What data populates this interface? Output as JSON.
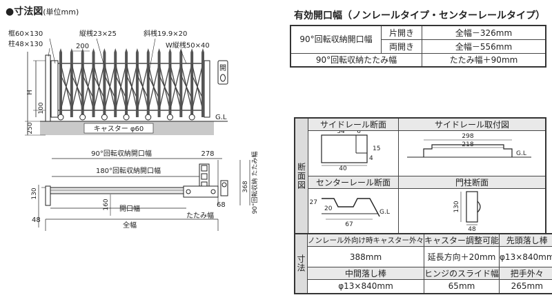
{
  "header": {
    "title": "●寸法図",
    "unit": "(単位mm)",
    "right_title": "有効開口幅（ノンレールタイプ・センターレールタイプ）"
  },
  "elevation": {
    "frame": "框60×130",
    "post": "柱48×130",
    "vertical_bar": "縦桟23×25",
    "diagonal_bar": "斜桟19.9×20",
    "w_bar": "W縦桟50×40",
    "pitch": "200",
    "height": "H",
    "dim_100": "100",
    "dim_250": "250",
    "gl": "G.L",
    "caster": "キャスター φ60",
    "open_tag": "開"
  },
  "plan": {
    "rot90": "90°回転収納開口幅",
    "rot180": "180°回転収納開口幅",
    "dim_278": "278",
    "dim_130": "130",
    "dim_160": "160",
    "dim_48": "48",
    "dim_368": "368",
    "dim_68": "68",
    "opening": "開口幅",
    "full_width": "全幅",
    "folded_width": "たたみ幅",
    "rot90_folded": "90°回転収納 たたみ幅"
  },
  "opening_table": {
    "row1_head": "90°回転収納開口幅",
    "single_label": "片開き",
    "single_value": "全幅－326mm",
    "double_label": "両開き",
    "double_value": "全幅－556mm",
    "row2_head": "90°回転収納たたみ幅",
    "row2_value": "たたみ幅＋90mm"
  },
  "section_table": {
    "side_label": "断面図",
    "side_rail_section": "サイドレール断面",
    "side_rail_mount": "サイドレール取付図",
    "center_rail_section": "センターレール断面",
    "post_section": "門柱断面",
    "d34": "34",
    "d6": "6",
    "d15": "15",
    "d4": "4",
    "d40": "40",
    "d298": "298",
    "d218": "218",
    "gl": "G.L",
    "d27": "27",
    "d20": "20",
    "d67": "67",
    "d130": "130",
    "d48": "48"
  },
  "dims_table": {
    "side_label": "寸法",
    "h1": "ノンレール外向け時キャスター外々",
    "h2": "キャスター調整可能",
    "h3": "先頭落し棒",
    "v1": "388mm",
    "v2": "延長方向＋20mm",
    "v3": "φ13×840mm",
    "h4": "中間落し棒",
    "h5": "ヒンジのスライド幅",
    "h6": "把手外々",
    "v4": "φ13×840mm",
    "v5": "65mm",
    "v6": "265mm"
  }
}
